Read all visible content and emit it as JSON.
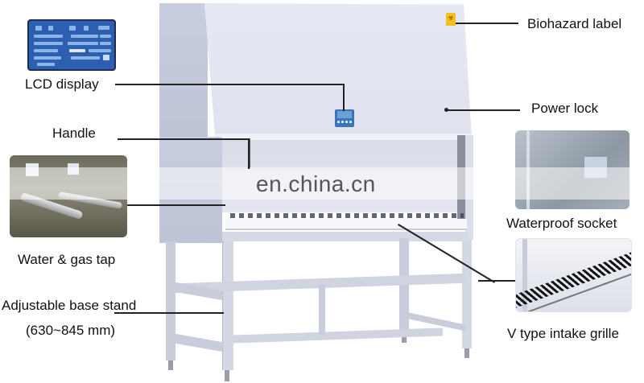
{
  "watermark": "en.china.cn",
  "callouts": {
    "lcd_display": "LCD display",
    "handle": "Handle",
    "water_gas_tap": "Water & gas tap",
    "base_stand_line1": "Adjustable base stand",
    "base_stand_line2": "(630~845 mm)",
    "biohazard_label": "Biohazard label",
    "power_lock": "Power lock",
    "waterproof_socket": "Waterproof socket",
    "v_intake_grille": "V type intake grille"
  },
  "colors": {
    "lcd_blue": "#2d5fb0",
    "cabinet_front": "#e3e5f1",
    "cabinet_side": "#c4c8db",
    "biohazard_yellow": "#f2c21a",
    "leader_line": "#222222"
  },
  "icons": {
    "biohazard": "☣"
  }
}
